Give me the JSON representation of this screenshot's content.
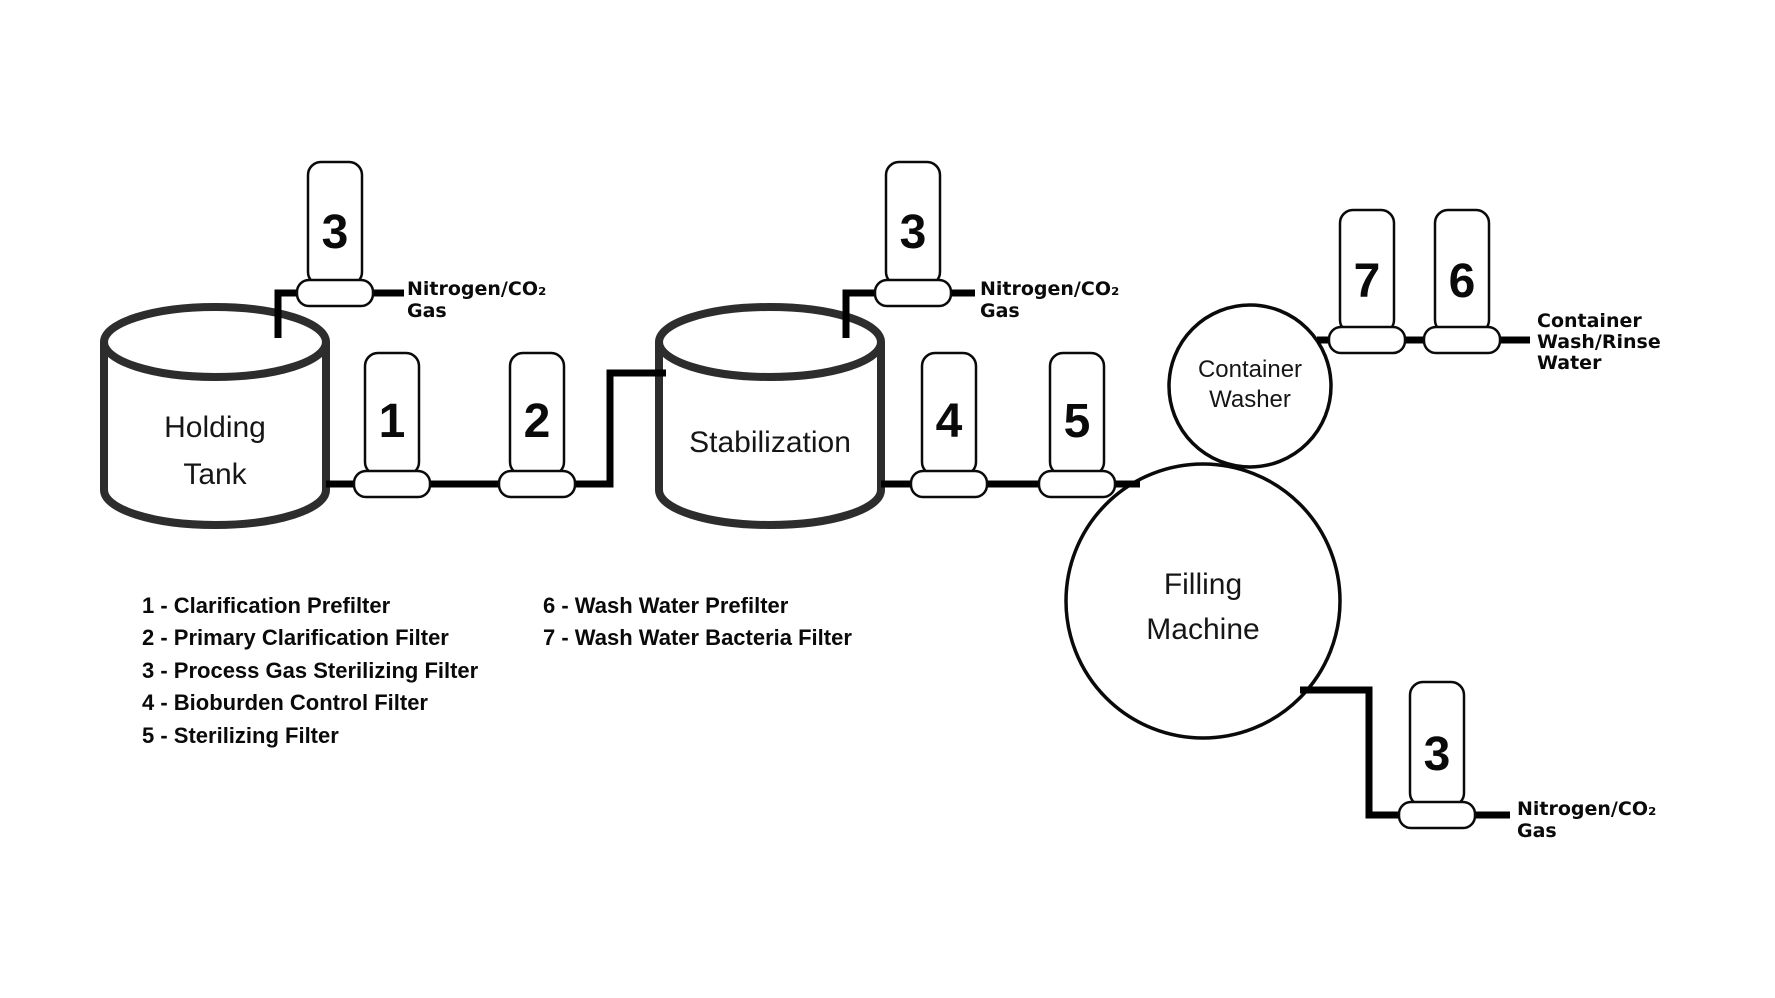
{
  "nodes": {
    "holding_tank": {
      "line1": "Holding",
      "line2": "Tank"
    },
    "stabilization_tank": {
      "line1": "Stabilization"
    },
    "container_washer": {
      "line1": "Container",
      "line2": "Washer"
    },
    "filling_machine": {
      "line1": "Filling",
      "line2": "Machine"
    }
  },
  "filters": {
    "holding_gas_number": "3",
    "clarification_prefilter_number": "1",
    "primary_clarification_number": "2",
    "stabilization_gas_number": "3",
    "bioburden_control_number": "4",
    "sterilizing_number": "5",
    "wash_water_bacteria_number": "7",
    "wash_water_prefilter_number": "6",
    "filling_gas_number": "3"
  },
  "streams": {
    "nitrogen_gas": {
      "line1": "Nitrogen/CO₂",
      "line2": "Gas"
    },
    "container_wash_water": {
      "line1": "Container",
      "line2": "Wash/Rinse",
      "line3": "Water"
    }
  },
  "legend": {
    "column1": [
      "1 - Clarification Prefilter",
      "2 - Primary Clarification Filter",
      "3 - Process Gas Sterilizing Filter",
      "4 - Bioburden Control Filter",
      "5 - Sterilizing Filter"
    ],
    "column2": [
      "6 - Wash Water Prefilter",
      "7 - Wash Water Bacteria Filter"
    ]
  },
  "colors": {
    "pipe": "#000000",
    "tank_stroke": "#2d2d2d",
    "text": "#161616",
    "background": "#ffffff"
  }
}
